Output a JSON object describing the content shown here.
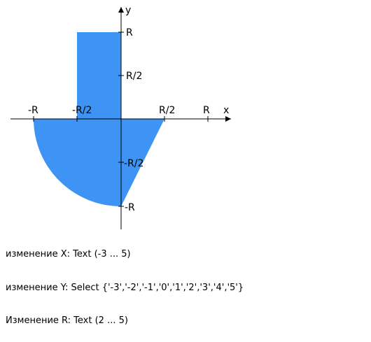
{
  "graph": {
    "area_color": "#3d94f5",
    "axis_labels": {
      "x": "x",
      "y": "y"
    },
    "ticks_x": [
      "-R",
      "-R/2",
      "R/2",
      "R"
    ],
    "ticks_y": [
      "R",
      "R/2",
      "-R/2",
      "-R"
    ]
  },
  "inputs": {
    "x_line": "изменение X: Text (-3 ... 5)",
    "y_line": "изменение Y: Select  {'-3','-2','-1','0','1','2','3','4','5'}",
    "r_line": "Изменение R: Text (2 ... 5)"
  }
}
